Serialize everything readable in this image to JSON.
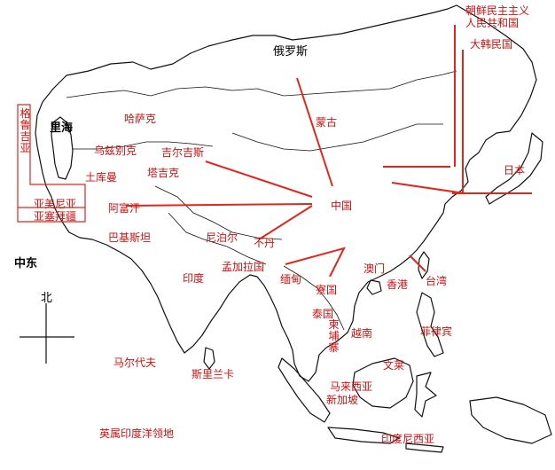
{
  "colors": {
    "label": "#cc1010",
    "pointer": "#e1261c",
    "coast": "#111111"
  },
  "labels": {
    "russia": "俄罗斯",
    "north_korea_1": "朝鲜民主主义",
    "north_korea_2": "人民共和国",
    "south_korea": "大韩民国",
    "georgia": "格鲁吉亚",
    "caspian": "里海",
    "kazakhstan": "哈萨克",
    "mongolia": "蒙古",
    "uzbekistan": "乌兹别克",
    "kyrgyzstan": "吉尔吉斯",
    "tajikistan": "塔吉克",
    "turkmenistan": "土库曼",
    "armenia": "亚美尼亚",
    "azerbaijan": "亚塞拜疆",
    "afghanistan": "阿富汗",
    "china": "中国",
    "japan": "日本",
    "pakistan": "巴基斯坦",
    "nepal": "尼泊尔",
    "bhutan": "不丹",
    "middle_east": "中东",
    "bangladesh": "孟加拉国",
    "burma": "缅甸",
    "macau": "澳门",
    "hong_kong": "香港",
    "taiwan": "台湾",
    "india": "印度",
    "laos": "寮国",
    "thailand": "泰国",
    "cambodia": "柬埔寨",
    "vietnam": "越南",
    "philippines": "菲律宾",
    "north": "北",
    "maldives": "马尔代夫",
    "sri_lanka": "斯里兰卡",
    "brunei": "文莱",
    "malaysia": "马来西亚",
    "singapore": "新加坡",
    "biot": "英属印度洋领地",
    "indonesia": "印度尼西亚"
  }
}
